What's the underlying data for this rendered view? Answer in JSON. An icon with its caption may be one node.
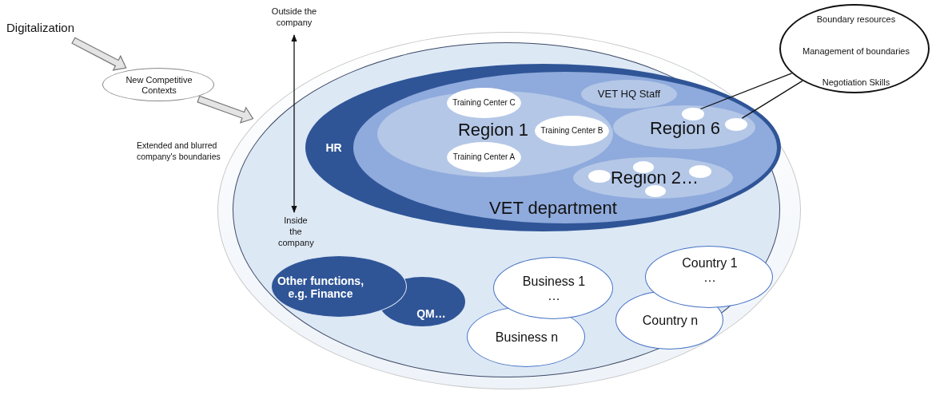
{
  "diagram": {
    "nodes": [
      {
        "text": [
          "Digitalization"
        ]
      },
      {
        "text": [
          "New Competitive Contexts"
        ]
      },
      {
        "text": [],
        "shape": "ellipse",
        "beside": [
          "Extended and blurred company's boundaries"
        ]
      },
      {
        "text": [],
        "shape": "ellipse",
        "in": 2
      },
      {
        "text": [
          "Outside the company"
        ]
      },
      {
        "text": [
          "Inside the company"
        ],
        "in": 3
      },
      {
        "text": [
          "HR"
        ],
        "in": 3
      },
      {
        "text": [
          "VET department"
        ],
        "in": 6
      },
      {
        "text": [
          "Region 1"
        ],
        "in": 7
      },
      {
        "text": [
          "Training Center C"
        ],
        "in": 8
      },
      {
        "text": [
          "Training Center B"
        ],
        "in": 8
      },
      {
        "text": [
          "Training Center A"
        ],
        "in": 8
      },
      {
        "text": [
          "VET HQ Staff"
        ],
        "in": 7
      },
      {
        "text": [
          "Region 6"
        ],
        "in": 7
      },
      {
        "text": [],
        "shape": "ellipse",
        "in": 13
      },
      {
        "text": [],
        "shape": "ellipse",
        "in": 13
      },
      {
        "text": [
          "Region 2…"
        ],
        "in": 7
      },
      {
        "text": [],
        "shape": "ellipse",
        "in": 16
      },
      {
        "text": [],
        "shape": "ellipse",
        "in": 16
      },
      {
        "text": [],
        "shape": "ellipse",
        "in": 16
      },
      {
        "text": [],
        "shape": "ellipse",
        "in": 16
      },
      {
        "text": [
          "Boundary resources",
          "Management of boundaries",
          "Negotiation Skills"
        ]
      },
      {
        "text": [
          "Other functions, e.g. Finance"
        ],
        "in": 3
      },
      {
        "text": [
          "QM…"
        ],
        "in": 3
      },
      {
        "text": [
          "Business 1",
          "…"
        ],
        "in": 3
      },
      {
        "text": [
          "Business n"
        ],
        "in": 3
      },
      {
        "text": [
          "Country 1",
          "…"
        ],
        "in": 3
      },
      {
        "text": [
          "Country n"
        ],
        "in": 3
      }
    ],
    "edges": [
      {
        "from": 0,
        "to": 1,
        "arrow": "to"
      },
      {
        "from": 1,
        "to": 2,
        "arrow": "to"
      },
      {
        "from": 4,
        "to": 5,
        "arrow": "both"
      },
      {
        "from": 21,
        "to": 14,
        "arrow": "none"
      },
      {
        "from": 21,
        "to": 15,
        "arrow": "none"
      }
    ]
  }
}
